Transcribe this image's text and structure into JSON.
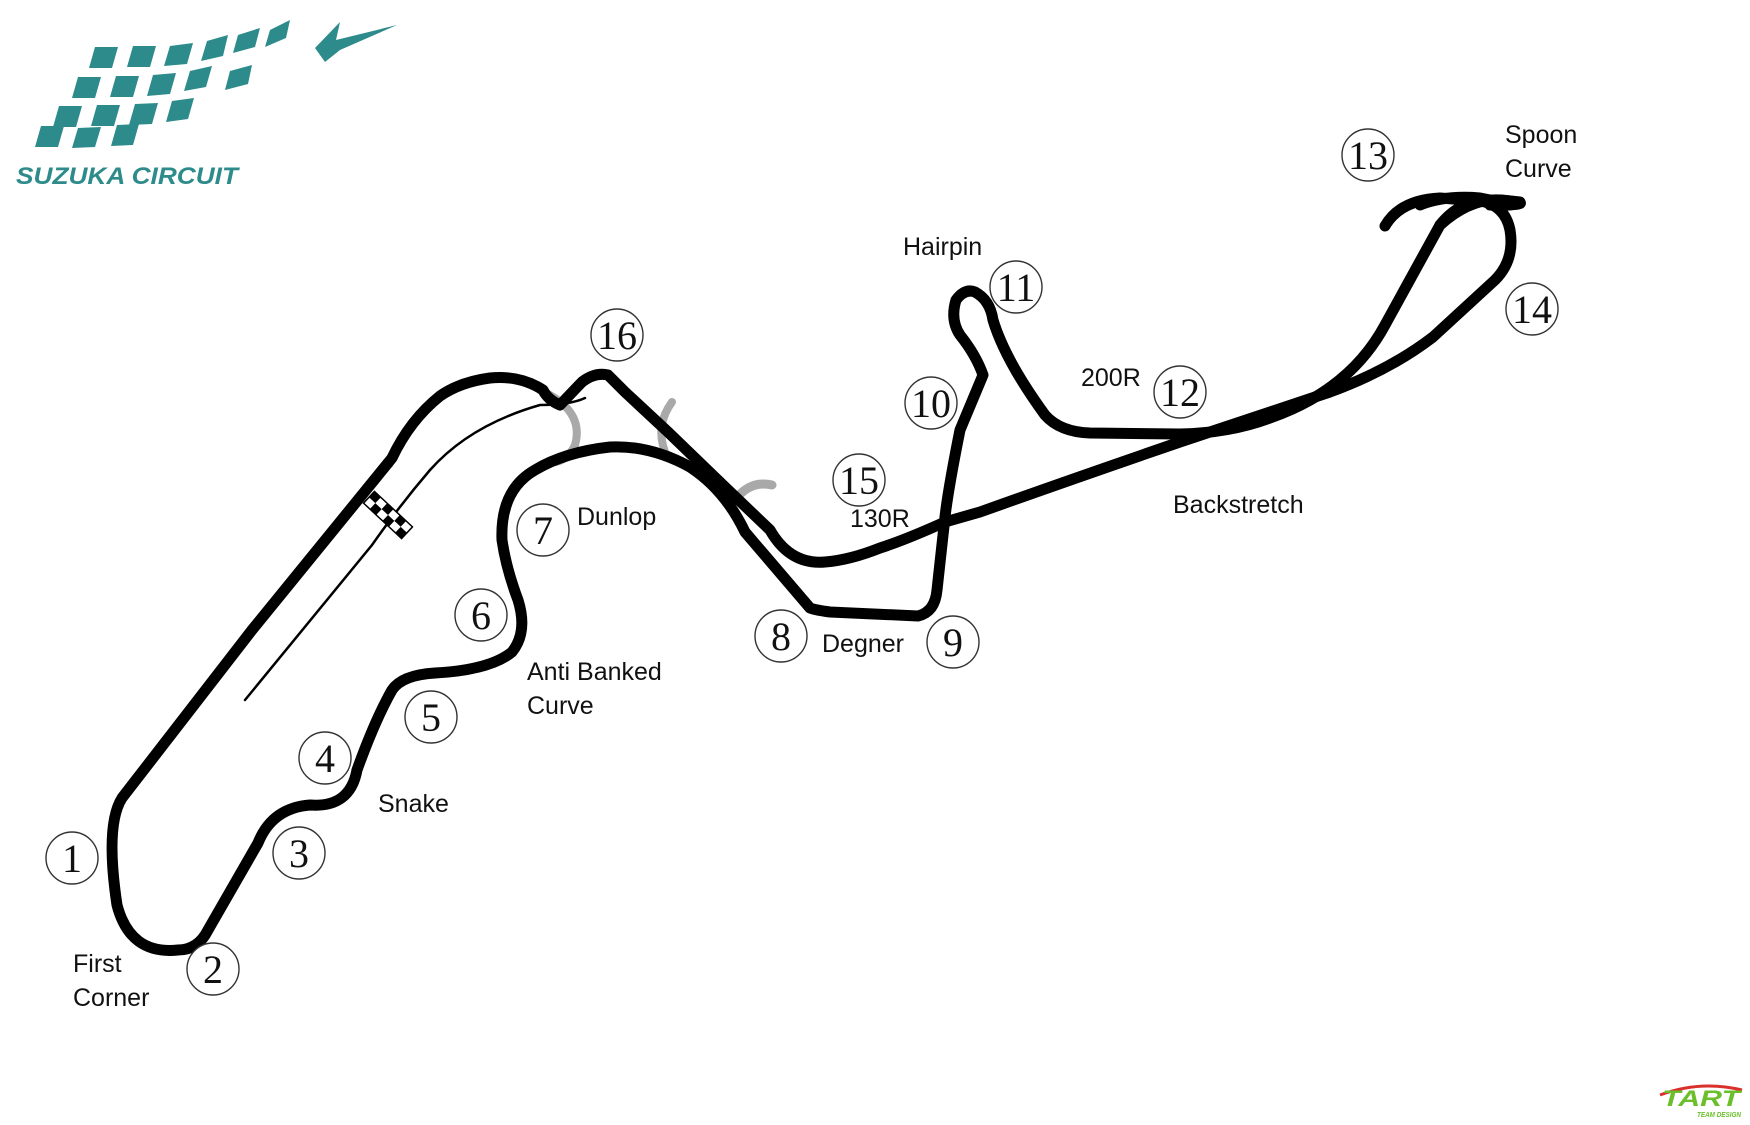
{
  "logo": {
    "text": "SUZUKA CIRCUIT",
    "color": "#2e8b8b"
  },
  "footer_logo": {
    "text": "TART",
    "subtext": "TEAM DESIGN",
    "color": "#6abf2a",
    "accent_color": "#d9302c"
  },
  "track_color": "#000000",
  "runoff_color": "#a9a9a9",
  "corner_names": {
    "first_corner": [
      "First",
      "Corner"
    ],
    "snake": "Snake",
    "anti_banked_curve": [
      "Anti Banked",
      "Curve"
    ],
    "dunlop": "Dunlop",
    "degner": "Degner",
    "hairpin": "Hairpin",
    "r200": "200R",
    "spoon_curve": [
      "Spoon",
      "Curve"
    ],
    "backstretch": "Backstretch",
    "r130": "130R"
  },
  "turns": [
    "1",
    "2",
    "3",
    "4",
    "5",
    "6",
    "7",
    "8",
    "9",
    "10",
    "11",
    "12",
    "13",
    "14",
    "15",
    "16"
  ]
}
